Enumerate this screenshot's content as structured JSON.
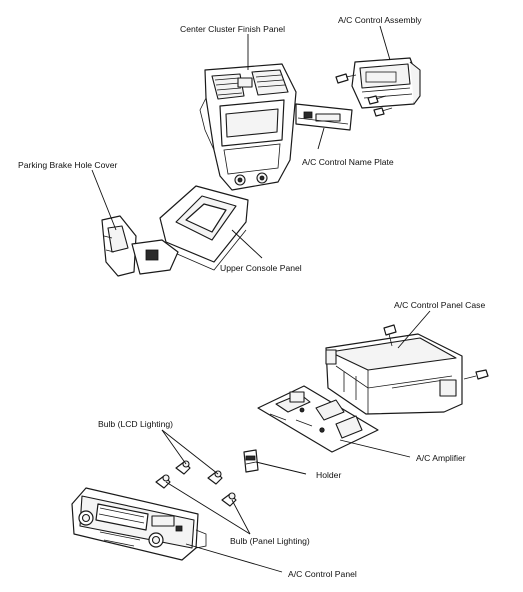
{
  "labels": {
    "center_cluster_finish_panel": "Center Cluster Finish Panel",
    "ac_control_assembly": "A/C Control Assembly",
    "parking_brake_hole_cover": "Parking Brake Hole Cover",
    "ac_control_name_plate": "A/C Control Name Plate",
    "upper_console_panel": "Upper Console Panel",
    "ac_control_panel_case": "A/C Control Panel Case",
    "bulb_lcd_lighting": "Bulb (LCD Lighting)",
    "ac_amplifier": "A/C Amplifier",
    "holder": "Holder",
    "bulb_panel_lighting": "Bulb (Panel Lighting)",
    "ac_control_panel": "A/C Control Panel"
  }
}
